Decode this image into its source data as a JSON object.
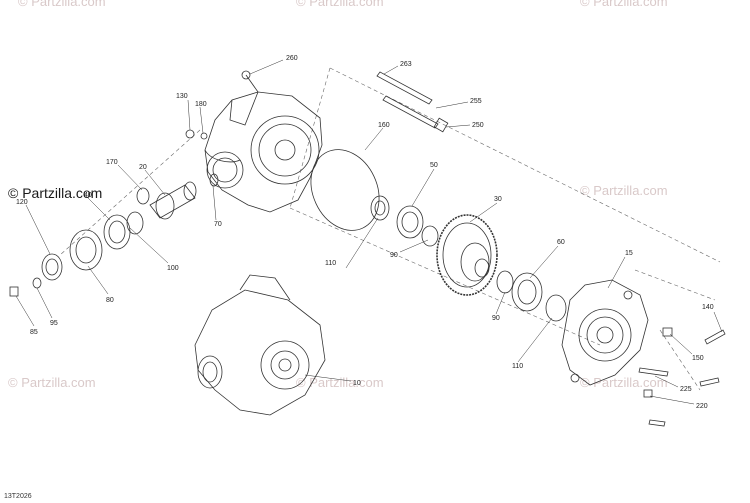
{
  "watermarks": {
    "brand": "© Partzilla.com",
    "brand_top_mid": "© Partzilla.com",
    "brand_top_right": "© Partzilla.com",
    "brand_mid_right": "© Partzilla.com",
    "brand_bottom_left": "© Partzilla.com",
    "brand_bottom_mid": "© Partzilla.com",
    "brand_bottom_right": "© Partzilla.com",
    "brand_dark": "© Partzilla.com"
  },
  "diagram_code": "13T2026",
  "callouts": {
    "c260": "260",
    "c263": "263",
    "c255": "255",
    "c250": "250",
    "c130": "130",
    "c180": "180",
    "c160": "160",
    "c170": "170",
    "c20": "20",
    "c70": "70",
    "c50": "50",
    "c30": "30",
    "c40": "40",
    "c120": "120",
    "c100": "100",
    "c110a": "110",
    "c90a": "90",
    "c60": "60",
    "c15": "15",
    "c80": "80",
    "c85": "85",
    "c95": "95",
    "c140": "140",
    "c150": "150",
    "c90b": "90",
    "c110b": "110",
    "c10": "10",
    "c225": "225",
    "c220": "220"
  },
  "colors": {
    "line": "#333333",
    "watermark": "#d9c9c9",
    "dash": "#666666"
  }
}
